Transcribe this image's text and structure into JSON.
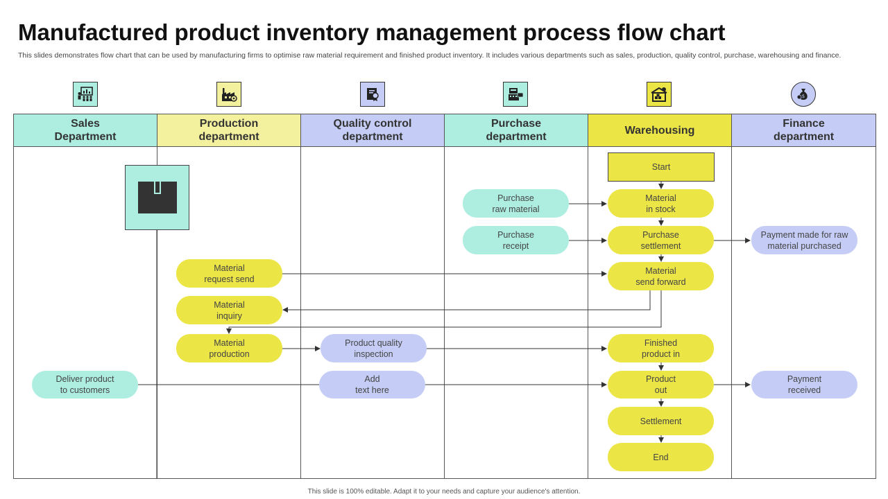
{
  "header": {
    "title": "Manufactured product inventory management process flow chart",
    "subtitle": "This slides demonstrates flow chart that can be used by manufacturing firms to optimise raw material requirement and finished product inventory. It includes various departments such as sales, production, quality control, purchase, warehousing and finance."
  },
  "lanes": [
    {
      "label": "Sales\nDepartment",
      "color": "#aeeee1",
      "icon": "presentation-team-icon"
    },
    {
      "label": "Production\ndepartment",
      "color": "#f3f19d",
      "icon": "factory-icon"
    },
    {
      "label": "Quality control\ndepartment",
      "color": "#c5cdf6",
      "icon": "certificate-icon"
    },
    {
      "label": "Purchase\ndepartment",
      "color": "#aeeee1",
      "icon": "cash-register-icon"
    },
    {
      "label": "Warehousing",
      "color": "#ebe545",
      "icon": "warehouse-icon"
    },
    {
      "label": "Finance\ndepartment",
      "color": "#c5cdf6",
      "icon": "money-bag-icon"
    }
  ],
  "nodes": {
    "start": "Start",
    "material_in_stock": "Material\nin stock",
    "purchase_settlement": "Purchase\nsettlement",
    "material_send_forward": "Material\nsend forward",
    "finished_product_in": "Finished\nproduct in",
    "product_out": "Product\nout",
    "settlement": "Settlement",
    "end": "End",
    "purchase_raw_material": "Purchase\nraw material",
    "purchase_receipt": "Purchase\nreceipt",
    "payment_raw": "Payment made for raw\nmaterial purchased",
    "payment_received": "Payment\nreceived",
    "material_request_send": "Material\nrequest send",
    "material_inquiry": "Material\ninquiry",
    "material_production": "Material\nproduction",
    "product_quality_inspection": "Product quality\ninspection",
    "add_text_here": "Add\ntext here",
    "deliver_product": "Deliver product\nto customers"
  },
  "colors": {
    "yellow": "#ebe545",
    "teal": "#aeeee1",
    "blue": "#c5cdf6",
    "light_yellow": "#f3f19d",
    "dark_box": "#333333"
  },
  "footer": "This slide is 100% editable. Adapt it to your needs and capture your audience's attention."
}
